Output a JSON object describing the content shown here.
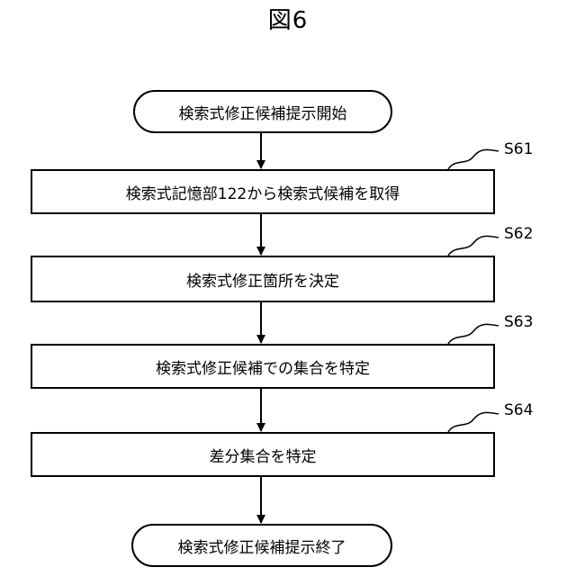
{
  "figure": {
    "title": "図6"
  },
  "flowchart": {
    "start": "検索式修正候補提示開始",
    "steps": [
      {
        "id": "S61",
        "text": "検索式記憶部122から検索式候補を取得"
      },
      {
        "id": "S62",
        "text": "検索式修正箇所を決定"
      },
      {
        "id": "S63",
        "text": "検索式修正候補での集合を特定"
      },
      {
        "id": "S64",
        "text": "差分集合を特定"
      }
    ],
    "end": "検索式修正候補提示終了"
  }
}
